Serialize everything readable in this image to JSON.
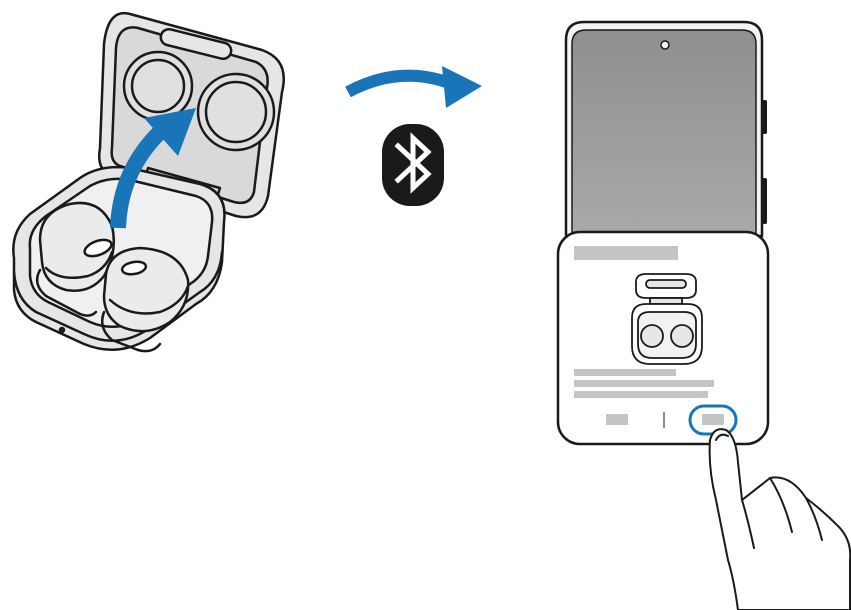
{
  "colors": {
    "accent": "#1a75b8",
    "outline": "#1a1a1a",
    "case_fill": "#e6e6e6",
    "screen_fill": "#9b9b9b",
    "placeholder_bar": "#c4c4c4",
    "bluetooth_bg": "#1a1a1a"
  },
  "steps": [
    {
      "name": "open-case",
      "icon": "earbuds-case-open-icon"
    },
    {
      "name": "connect",
      "icon": "bluetooth-icon"
    },
    {
      "name": "tap-connect-on-phone",
      "icon": "phone-popup-icon"
    }
  ],
  "popup": {
    "highlighted_button": "connect",
    "highlight_color": "#1a75b8"
  }
}
